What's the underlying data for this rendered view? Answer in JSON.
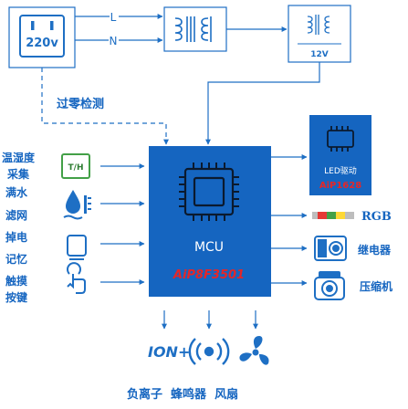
{
  "power": {
    "outlet_label": "220v",
    "line_label": "L",
    "neutral_label": "N",
    "output_label": "12V"
  },
  "zero_cross_label": "过零检测",
  "inputs": [
    {
      "label": "温湿度采集",
      "icon": "thermo-humidity-icon",
      "icon_text": "T/H"
    },
    {
      "label": "满水",
      "icon": "water-level-icon"
    },
    {
      "label": "滤网",
      "icon": "filter-icon"
    },
    {
      "label": "掉电记忆",
      "icon": "power-memory-icon"
    },
    {
      "label": "触摸按键",
      "icon": "touch-key-icon"
    }
  ],
  "mcu": {
    "label": "MCU",
    "model": "AiP8F3501"
  },
  "led": {
    "label": "LED驱动",
    "model": "AiP1628"
  },
  "outputs_right": [
    {
      "label": "RGB",
      "icon": "rgb-led-icon"
    },
    {
      "label": "继电器",
      "icon": "relay-icon"
    },
    {
      "label": "压缩机",
      "icon": "compressor-icon"
    }
  ],
  "outputs_bottom": {
    "ion_text": "ION+",
    "caption": "负离子  蜂鸣器  风扇",
    "icons": [
      "ion-icon",
      "buzzer-icon",
      "fan-icon"
    ]
  },
  "colors": {
    "line": "#1e6fc4",
    "mcu_fill": "#1565c0",
    "model_red": "#e52628",
    "rgb_red": "#e53935",
    "rgb_green": "#43a047",
    "rgb_yellow": "#fdd835"
  }
}
